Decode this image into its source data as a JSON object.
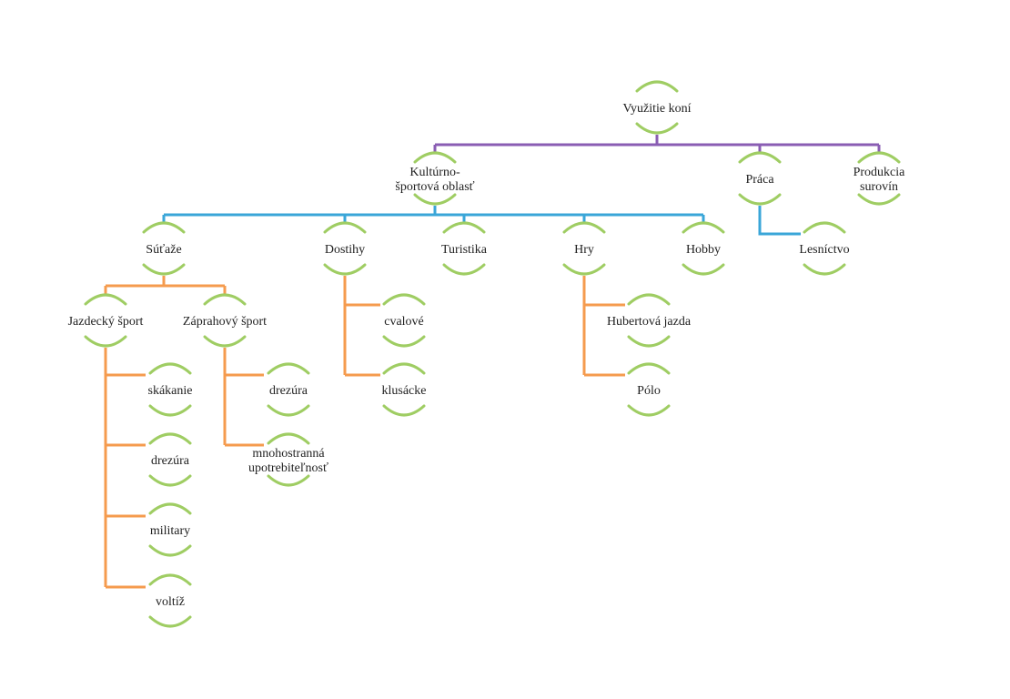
{
  "colors": {
    "level1": "#8a5db3",
    "level2": "#3aa6d8",
    "level3": "#f59b4e",
    "node_arc": "#9fcd63"
  },
  "nodes": {
    "root": {
      "label": [
        "Využitie koní"
      ]
    },
    "kultura": {
      "label": [
        "Kultúrno-",
        "športová oblasť"
      ]
    },
    "praca": {
      "label": [
        "Práca"
      ]
    },
    "produkcia": {
      "label": [
        "Produkcia",
        "surovín"
      ]
    },
    "sutaze": {
      "label": [
        "Súťaže"
      ]
    },
    "dostihy": {
      "label": [
        "Dostihy"
      ]
    },
    "turistika": {
      "label": [
        "Turistika"
      ]
    },
    "hry": {
      "label": [
        "Hry"
      ]
    },
    "hobby": {
      "label": [
        "Hobby"
      ]
    },
    "lesnictvo": {
      "label": [
        "Lesníctvo"
      ]
    },
    "jazdecky": {
      "label": [
        "Jazdecký šport"
      ]
    },
    "zaprahovy": {
      "label": [
        "Záprahový šport"
      ]
    },
    "cvalove": {
      "label": [
        "cvalové"
      ]
    },
    "klusacke": {
      "label": [
        "klusácke"
      ]
    },
    "hubertova": {
      "label": [
        "Hubertová jazda"
      ]
    },
    "polo": {
      "label": [
        "Pólo"
      ]
    },
    "skakanie": {
      "label": [
        "skákanie"
      ]
    },
    "drezura1": {
      "label": [
        "drezúra"
      ]
    },
    "military": {
      "label": [
        "military"
      ]
    },
    "voltiz": {
      "label": [
        "voltíž"
      ]
    },
    "drezura2": {
      "label": [
        "drezúra"
      ]
    },
    "mnohostranna": {
      "label": [
        "mnohostranná",
        "upotrebiteľnosť"
      ]
    }
  }
}
